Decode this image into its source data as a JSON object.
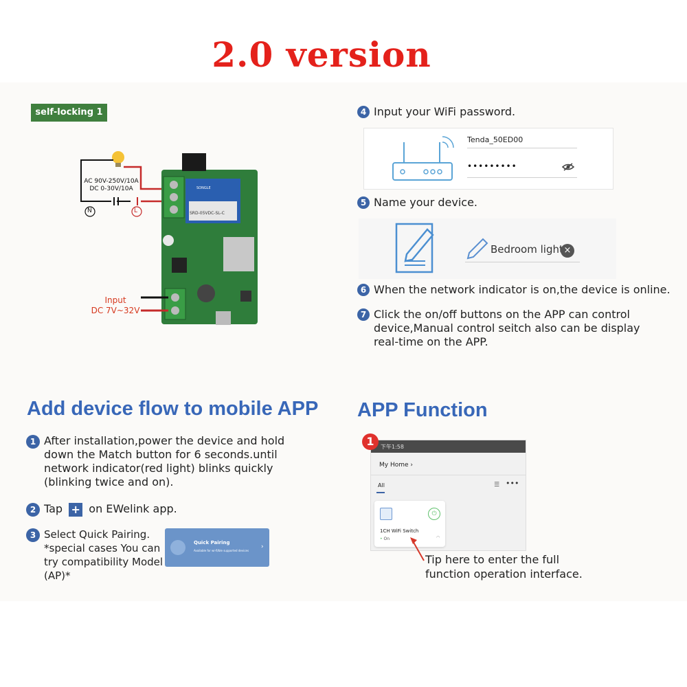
{
  "title": "2.0 version",
  "badge": "self-locking 1",
  "wiring": {
    "ac_rating": "AC 90V-250V/10A",
    "dc_rating": "DC 0-30V/10A",
    "neutral": "N",
    "live": "L",
    "input_label": "Input",
    "input_range": "DC 7V~32V",
    "relay_text_1": "SONGLE",
    "relay_text_2": "SRD-05VDC-SL-C"
  },
  "steps_right": [
    {
      "num": "4",
      "text": "Input your WiFi password."
    },
    {
      "num": "5",
      "text": "Name your device."
    },
    {
      "num": "6",
      "text": "When the network indicator is on,the device is online."
    },
    {
      "num": "7",
      "text": "Click the on/off buttons on the APP can control device,Manual control seitch also can be display real-time on the APP."
    }
  ],
  "wifi_card": {
    "ssid": "Tenda_50ED00",
    "password": "•••••••••"
  },
  "name_card": {
    "device_name": "Bedroom light"
  },
  "add_flow": {
    "heading": "Add device flow to mobile APP",
    "steps": [
      {
        "num": "1",
        "text": "After installation,power the device and hold down the Match button for 6 seconds.until network indicator(red light) blinks quickly (blinking twice and on)."
      },
      {
        "num": "2",
        "text_before": "Tap",
        "text_after": "on EWelink app."
      },
      {
        "num": "3",
        "text": "Select Quick Pairing. *special cases You can try compatibility Model (AP)*"
      }
    ],
    "quick_pairing": {
      "title": "Quick Pairing",
      "subtitle": "Available for wi-fi/ble supported devices"
    }
  },
  "app_function": {
    "heading": "APP Function",
    "marker": "1",
    "status_time": "下午1:58",
    "home": "My Home",
    "tab_all": "All",
    "device_name": "1CH WiFi Switch",
    "device_state": "On",
    "tip": "Tip here to enter the full function operation interface."
  }
}
